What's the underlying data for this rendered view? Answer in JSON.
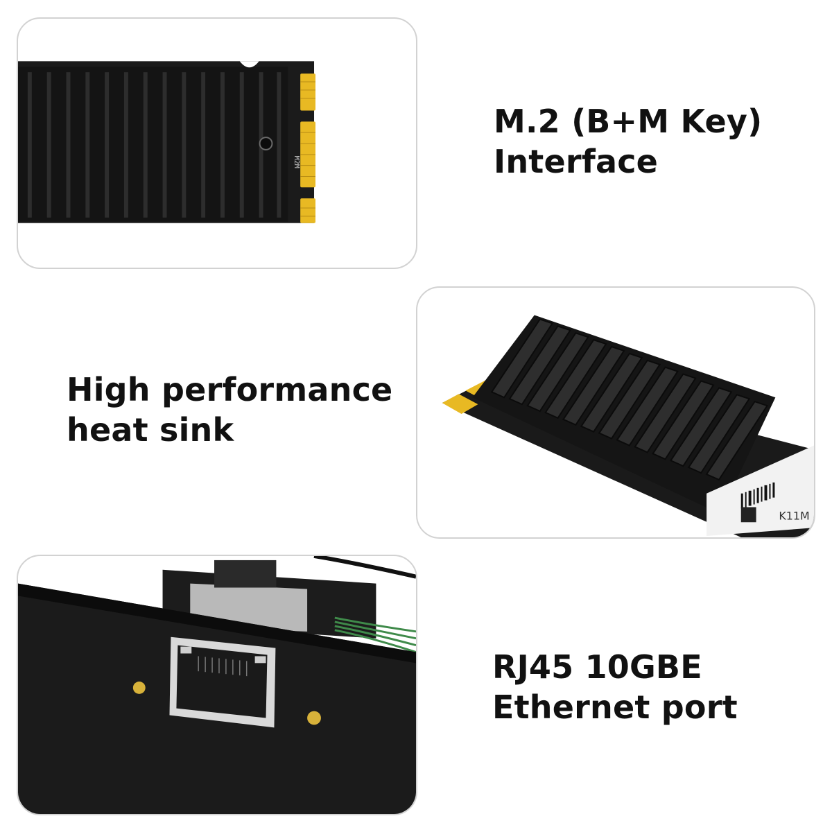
{
  "features": [
    {
      "title_line1": "M.2 (B+M Key)",
      "title_line2": "Interface"
    },
    {
      "title_line1": "High performance",
      "title_line2": "heat sink"
    },
    {
      "title_line1": "RJ45 10GBE",
      "title_line2": "Ethernet port"
    }
  ],
  "board_marking": "M2M",
  "label_text": "K11M",
  "colors": {
    "heatsink": "#141414",
    "fin_edge": "#2e2e2e",
    "pcb": "#1a1a1a",
    "gold": "#e8b923",
    "panel_border": "#d2d2d2",
    "text": "#111111"
  },
  "icons": [
    "m2-card-photo",
    "heatsink-photo",
    "rj45-port-photo"
  ]
}
